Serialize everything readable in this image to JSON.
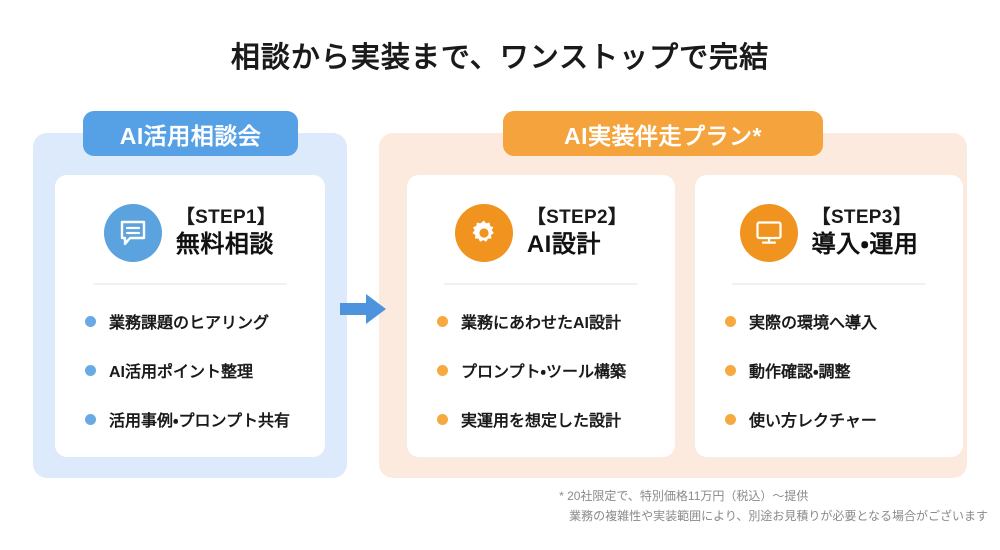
{
  "title": "相談から実装まで、ワンストップで完結",
  "panels": [
    {
      "badge": "AI活用相談会",
      "accent": "#56a0e6",
      "bg": "#ddeafb"
    },
    {
      "badge": "AI実装伴走プラン*",
      "accent": "#f5a33c",
      "bg": "#fdeade"
    }
  ],
  "steps": [
    {
      "icon": "speech-bubble-icon",
      "label": "【STEP1】",
      "name": "無料相談",
      "bullets": [
        "業務課題のヒアリング",
        "AI活用ポイント整理",
        "活用事例・プロンプト共有"
      ]
    },
    {
      "icon": "gear-icon",
      "label": "【STEP2】",
      "name": "AI設計",
      "bullets": [
        "業務にあわせたAI設計",
        "プロンプト・ツール構築",
        "実運用を想定した設計"
      ]
    },
    {
      "icon": "monitor-icon",
      "label": "【STEP3】",
      "name": "導入・運用",
      "bullets": [
        "実際の環境へ導入",
        "動作確認・調整",
        "使い方レクチャー"
      ]
    }
  ],
  "arrow": {
    "icon": "arrow-right-icon",
    "color": "#4d94dd"
  },
  "footnote": {
    "line1": "* 20社限定で、特別価格11万円（税込）〜提供",
    "line2": "業務の複雑性や実装範囲により、別途お見積りが必要となる場合がございます"
  }
}
